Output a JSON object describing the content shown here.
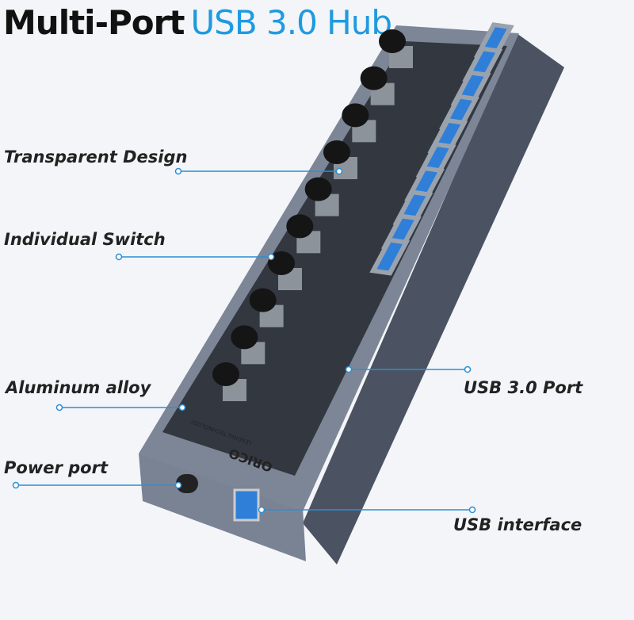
{
  "title": {
    "bold": "Multi-Port",
    "accent": "USB 3.0 Hub"
  },
  "labels": {
    "transparent": "Transparent Design",
    "switch": "Individual Switch",
    "alloy": "Aluminum alloy",
    "power": "Power port",
    "port": "USB 3.0 Port",
    "interface": "USB interface"
  },
  "device": {
    "brand": "ORICO",
    "tagline": "LEADING TECHNOLOGY",
    "switch_count": 10,
    "port_count": 10
  },
  "colors": {
    "accent": "#1f9ae0",
    "line": "#2a8fd6",
    "body": "#5b6474",
    "port": "#2f7fd8"
  }
}
